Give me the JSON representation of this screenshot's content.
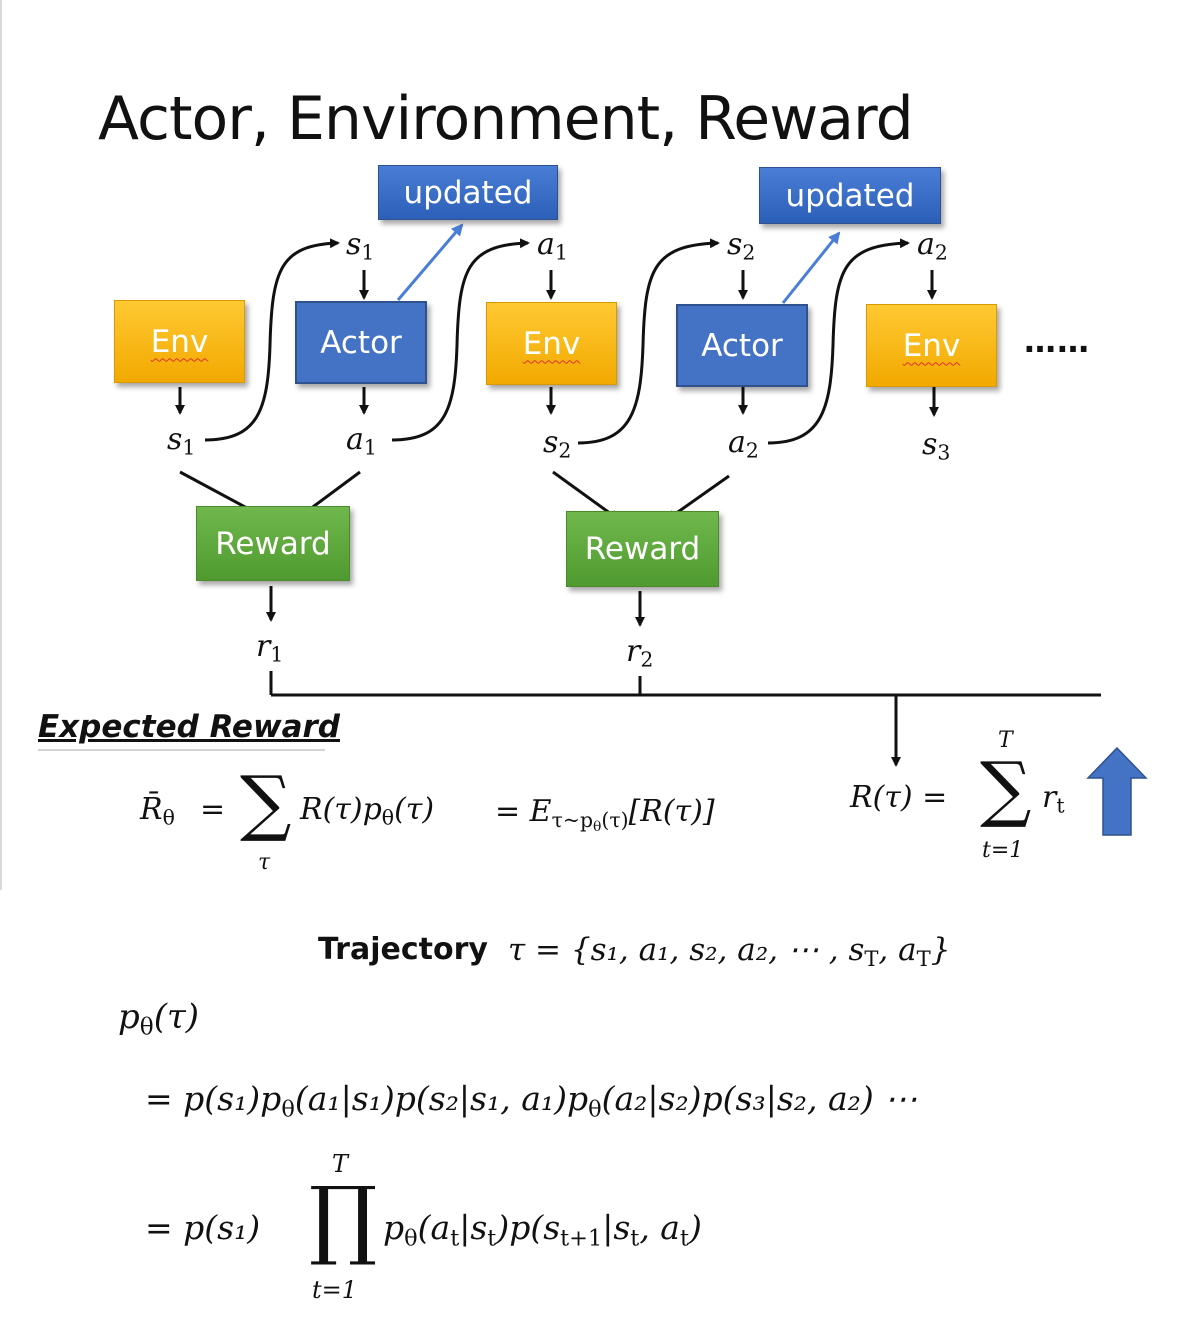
{
  "title": "Actor, Environment, Reward",
  "boxes": {
    "env": "Env",
    "actor": "Actor",
    "updated": "updated",
    "reward": "Reward"
  },
  "ellipsis": "……",
  "symbols": {
    "s": "s",
    "a": "a",
    "r": "r",
    "sub1": "1",
    "sub2": "2",
    "sub3": "3"
  },
  "expected_reward": {
    "label": "Expected Reward",
    "lhs": "R̄",
    "lhs_sub": "θ",
    "eq1": "=",
    "sum_under": "τ",
    "term": "R(τ)p",
    "term_sub": "θ",
    "term_tail": "(τ)",
    "eq2": "= E",
    "exp_sub": "τ~p",
    "exp_sub2": "θ",
    "exp_sub3": "(τ)",
    "exp_tail": "[R(τ)]"
  },
  "total_reward": {
    "lhs": "R(τ) =",
    "sum_over": "T",
    "sum_under": "t=1",
    "term": "r",
    "term_sub": "t"
  },
  "trajectory": {
    "label": "Trajectory",
    "formula_head": "τ = {",
    "formula_body": "s₁, a₁, s₂, a₂, ⋯ , s",
    "formula_T": "T",
    "formula_mid": ", a",
    "formula_T2": "T",
    "formula_end": "}"
  },
  "probability": {
    "lhs": "p",
    "lhs_sub": "θ",
    "lhs_tail": "(τ)",
    "line1": "= p(s₁)p",
    "line1_sub": "θ",
    "line1_b": "(a₁|s₁)p(s₂|s₁, a₁)p",
    "line1_sub2": "θ",
    "line1_c": "(a₂|s₂)p(s₃|s₂, a₂) ⋯",
    "line2": "= p(s₁)",
    "prod_over": "T",
    "prod_under": "t=1",
    "line2_b": "p",
    "line2_sub": "θ",
    "line2_c": "(a",
    "line2_t": "t",
    "line2_d": "|s",
    "line2_t2": "t",
    "line2_e": ")p(s",
    "line2_t1": "t+1",
    "line2_f": "|s",
    "line2_t3": "t",
    "line2_g": ", a",
    "line2_t4": "t",
    "line2_h": ")"
  },
  "colors": {
    "env": "#f2b705",
    "actor": "#4472c4",
    "reward": "#5aa43a",
    "update_arrow": "#4a7ed6",
    "big_arrow": "#4472c4"
  }
}
